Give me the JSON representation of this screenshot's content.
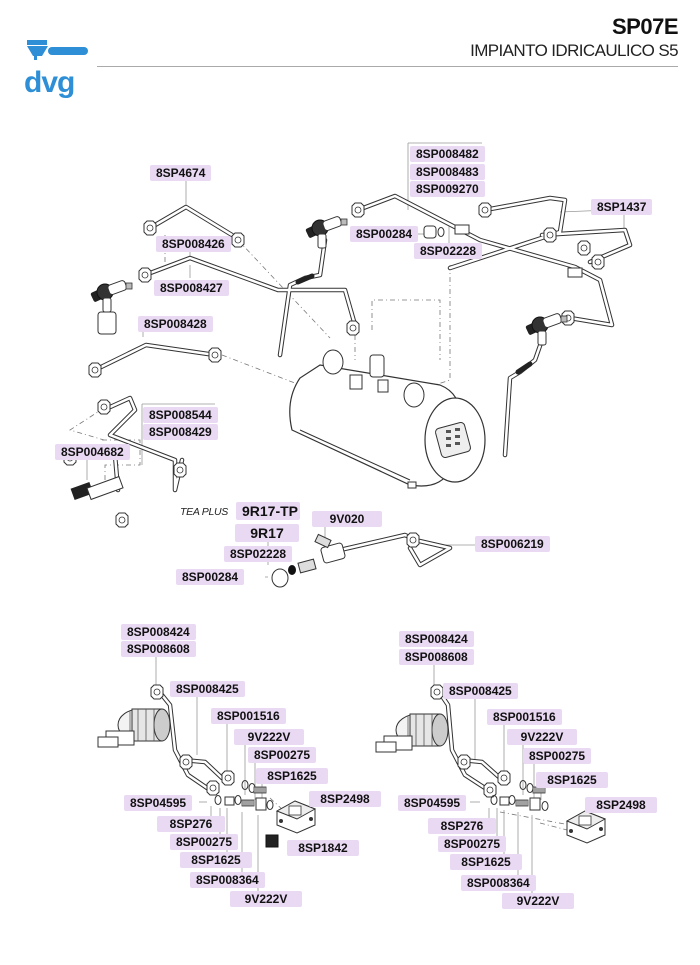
{
  "header": {
    "code": "SP07E",
    "title": "IMPIANTO IDRICAULICO S5",
    "logo_text": "dvg",
    "brand_color": "#2e8fd6"
  },
  "label_color": "#e9d9f3",
  "top_section": {
    "labels": {
      "p_8sp4674": "8SP4674",
      "p_8sp008426": "8SP008426",
      "p_8sp008427": "8SP008427",
      "p_8sp008428": "8SP008428",
      "p_8sp008482": "8SP008482",
      "p_8sp008483": "8SP008483",
      "p_8sp009270": "8SP009270",
      "p_8sp1437": "8SP1437",
      "p_8sp00284_top": "8SP00284",
      "p_8sp02228_top": "8SP02228",
      "p_8sp008544": "8SP008544",
      "p_8sp008429": "8SP008429",
      "p_8sp004682": "8SP004682"
    }
  },
  "tea_section": {
    "tea_plus_caption": "TEA PLUS",
    "labels": {
      "p_9r17tp": "9R17-TP",
      "p_9r17": "9R17",
      "p_9v020": "9V020",
      "p_8sp02228": "8SP02228",
      "p_8sp00284": "8SP00284",
      "p_8sp006219": "8SP006219"
    }
  },
  "pump_left": {
    "labels": {
      "p_8sp008424": "8SP008424",
      "p_8sp008608": "8SP008608",
      "p_8sp008425": "8SP008425",
      "p_8sp001516": "8SP001516",
      "p_9v222v_a": "9V222V",
      "p_8sp00275_a": "8SP00275",
      "p_8sp1625_a": "8SP1625",
      "p_8sp2498": "8SP2498",
      "p_8sp04595": "8SP04595",
      "p_8sp276": "8SP276",
      "p_8sp00275_b": "8SP00275",
      "p_8sp1625_b": "8SP1625",
      "p_8sp1842": "8SP1842",
      "p_8sp008364": "8SP008364",
      "p_9v222v_b": "9V222V"
    }
  },
  "pump_right": {
    "labels": {
      "p_8sp008424": "8SP008424",
      "p_8sp008608": "8SP008608",
      "p_8sp008425": "8SP008425",
      "p_8sp001516": "8SP001516",
      "p_9v222v_a": "9V222V",
      "p_8sp00275_a": "8SP00275",
      "p_8sp1625_a": "8SP1625",
      "p_8sp2498": "8SP2498",
      "p_8sp04595": "8SP04595",
      "p_8sp276": "8SP276",
      "p_8sp00275_b": "8SP00275",
      "p_8sp1625_b": "8SP1625",
      "p_8sp008364": "8SP008364",
      "p_9v222v_b": "9V222V"
    }
  }
}
